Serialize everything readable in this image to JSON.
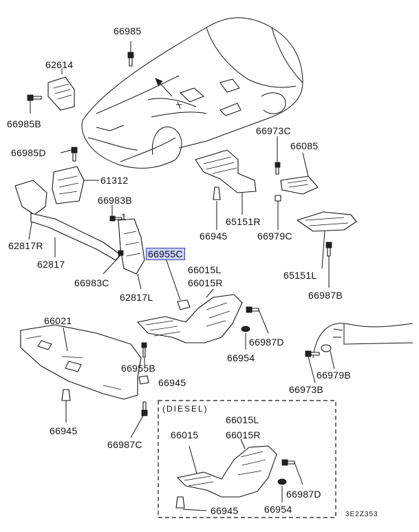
{
  "diagram": {
    "callouts": [
      {
        "id": "c66985",
        "text": "66985"
      },
      {
        "id": "c62614",
        "text": "62614"
      },
      {
        "id": "c66985B",
        "text": "66985B"
      },
      {
        "id": "c66985D",
        "text": "66985D"
      },
      {
        "id": "c61312",
        "text": "61312"
      },
      {
        "id": "c66983B",
        "text": "66983B"
      },
      {
        "id": "c62817R",
        "text": "62817R"
      },
      {
        "id": "c62817",
        "text": "62817"
      },
      {
        "id": "c66983C",
        "text": "66983C"
      },
      {
        "id": "c66955C",
        "text": "66955C",
        "highlighted": true
      },
      {
        "id": "c66015L",
        "text": "66015L"
      },
      {
        "id": "c66015R",
        "text": "66015R"
      },
      {
        "id": "c62817L",
        "text": "62817L"
      },
      {
        "id": "c66973C",
        "text": "66973C"
      },
      {
        "id": "c66085",
        "text": "66085"
      },
      {
        "id": "c66945a",
        "text": "66945"
      },
      {
        "id": "c65151R",
        "text": "65151R"
      },
      {
        "id": "c66979C",
        "text": "66979C"
      },
      {
        "id": "c65151L",
        "text": "65151L"
      },
      {
        "id": "c66987B",
        "text": "66987B"
      },
      {
        "id": "c66021",
        "text": "66021"
      },
      {
        "id": "c66987D",
        "text": "66987D"
      },
      {
        "id": "c66954",
        "text": "66954"
      },
      {
        "id": "c66955B",
        "text": "66955B"
      },
      {
        "id": "c66945b",
        "text": "66945"
      },
      {
        "id": "c66979B",
        "text": "66979B"
      },
      {
        "id": "c66973B",
        "text": "66973B"
      },
      {
        "id": "c66945c",
        "text": "66945"
      },
      {
        "id": "c66987C",
        "text": "66987C"
      },
      {
        "id": "c1",
        "text": "1"
      }
    ],
    "diesel_box": {
      "title": "(DIESEL)",
      "callouts": [
        {
          "id": "d66015L",
          "text": "66015L"
        },
        {
          "id": "d66015",
          "text": "66015"
        },
        {
          "id": "d66015R",
          "text": "66015R"
        },
        {
          "id": "d66987D",
          "text": "66987D"
        },
        {
          "id": "d66945",
          "text": "66945"
        },
        {
          "id": "d66954",
          "text": "66954"
        }
      ]
    },
    "figure_code": "3E2Z353",
    "highlight_color": "#c8d2ff"
  }
}
